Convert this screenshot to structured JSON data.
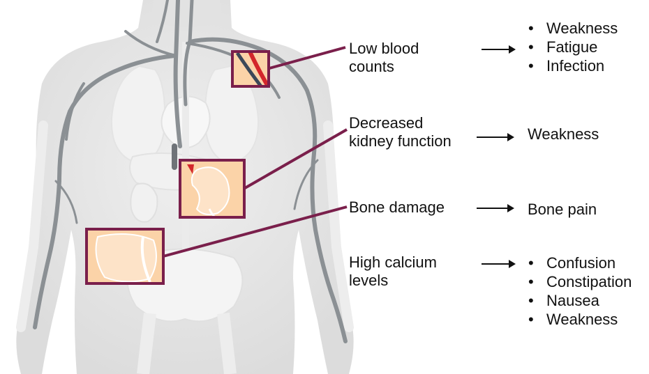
{
  "colors": {
    "body_fill": "#e6e6e6",
    "organ_fill": "#f0f0f0",
    "vessel": "#8b9094",
    "callout_border": "#7a1f4b",
    "inset_fill": "#fbd3a8",
    "artery_red": "#d3272b"
  },
  "rows": [
    {
      "label_lines": [
        "Low blood",
        "counts"
      ],
      "effects": [
        "Weakness",
        "Fatigue",
        "Infection"
      ]
    },
    {
      "label_lines": [
        "Decreased",
        "kidney function"
      ],
      "effects": [
        "Weakness"
      ]
    },
    {
      "label_lines": [
        "Bone damage"
      ],
      "effects": [
        "Bone pain"
      ]
    },
    {
      "label_lines": [
        "High calcium",
        "levels"
      ],
      "effects": [
        "Confusion",
        "Constipation",
        "Nausea",
        "Weakness"
      ]
    }
  ],
  "bullet_char": "•",
  "icons": {
    "arrow": "right-arrow-icon",
    "figure": "human-body-icon"
  }
}
